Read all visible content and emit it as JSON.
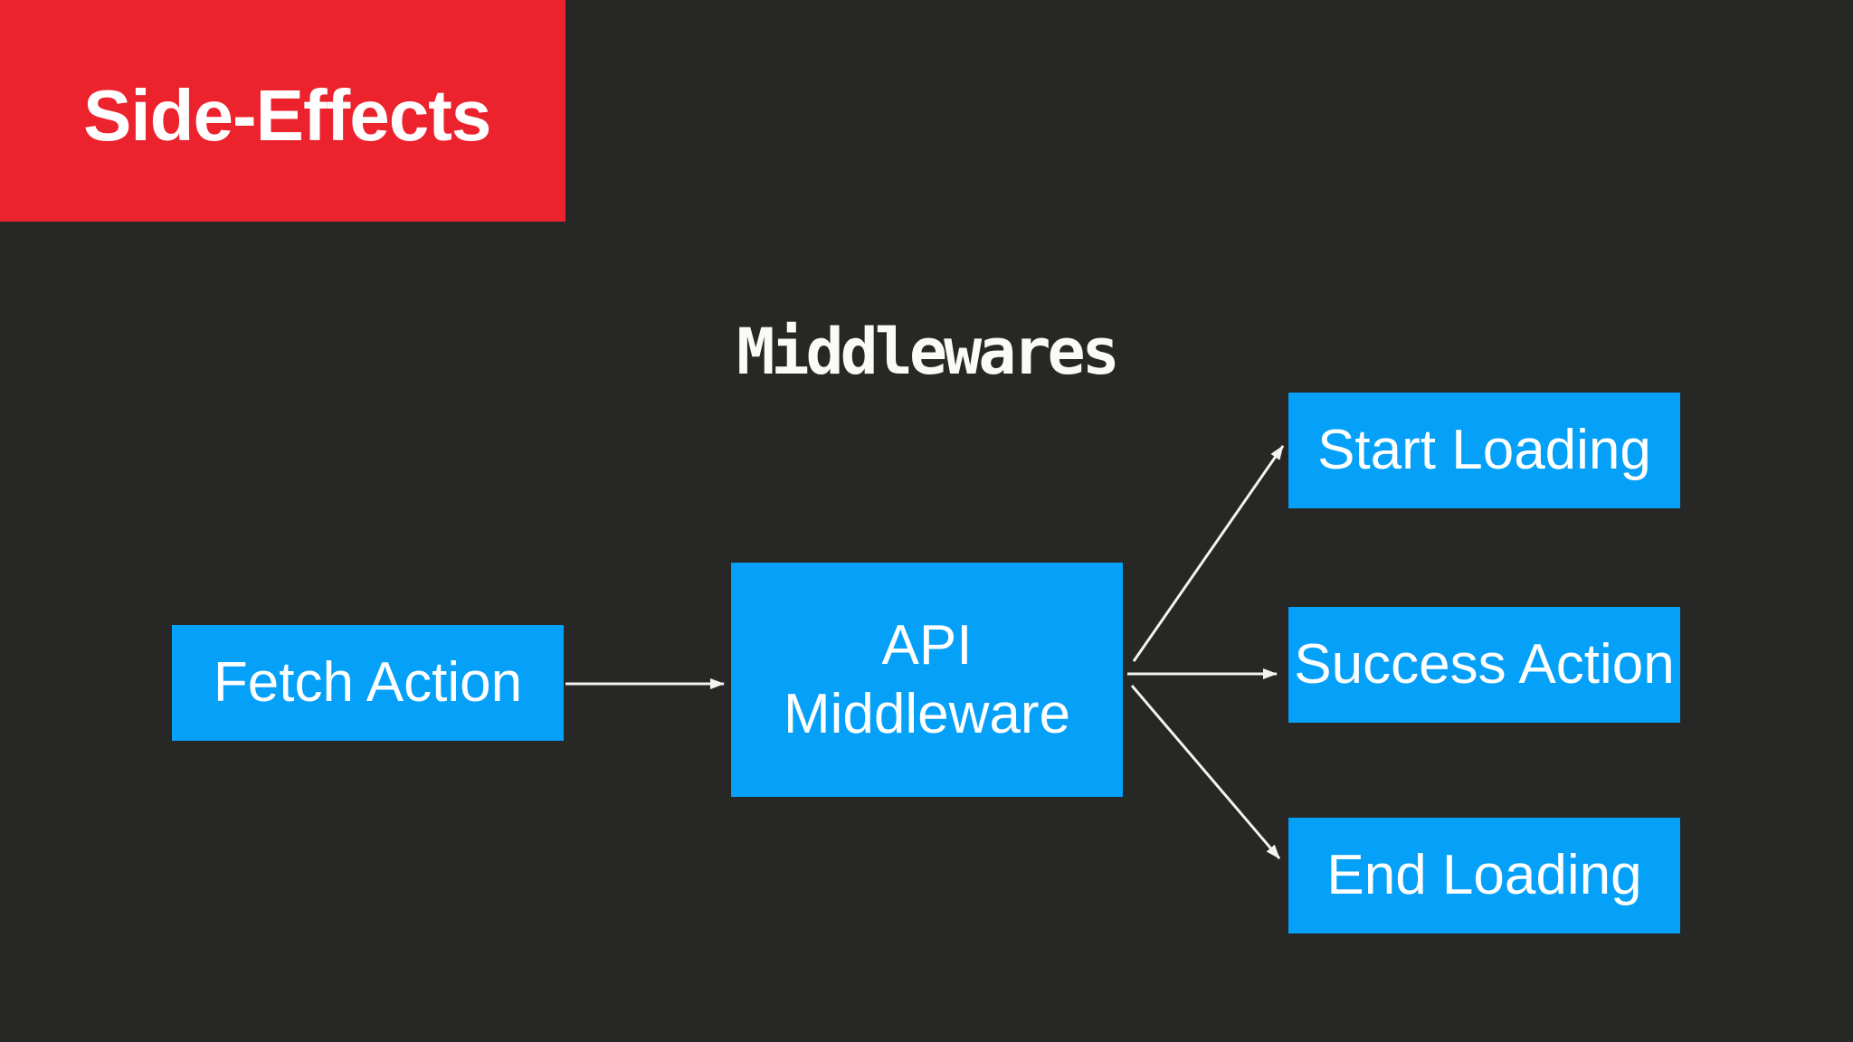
{
  "slide": {
    "background_color": "#272725",
    "banner": {
      "title": "Side-Effects",
      "background_color": "#EC222D",
      "text_color": "#FFFFFF"
    },
    "diagram": {
      "title": "Middlewares",
      "node_color": "#05A0F8",
      "node_text_color": "#FFFFFF",
      "arrow_color": "#F3F3F1",
      "nodes": {
        "fetch_action": {
          "label": "Fetch Action"
        },
        "api_middleware": {
          "line1": "API",
          "line2": "Middleware"
        },
        "start_loading": {
          "label": "Start Loading"
        },
        "success_action": {
          "label": "Success Action"
        },
        "end_loading": {
          "label": "End Loading"
        }
      },
      "edges": [
        {
          "from": "Fetch Action",
          "to": "API Middleware"
        },
        {
          "from": "API Middleware",
          "to": "Start Loading"
        },
        {
          "from": "API Middleware",
          "to": "Success Action"
        },
        {
          "from": "API Middleware",
          "to": "End Loading"
        }
      ]
    }
  }
}
